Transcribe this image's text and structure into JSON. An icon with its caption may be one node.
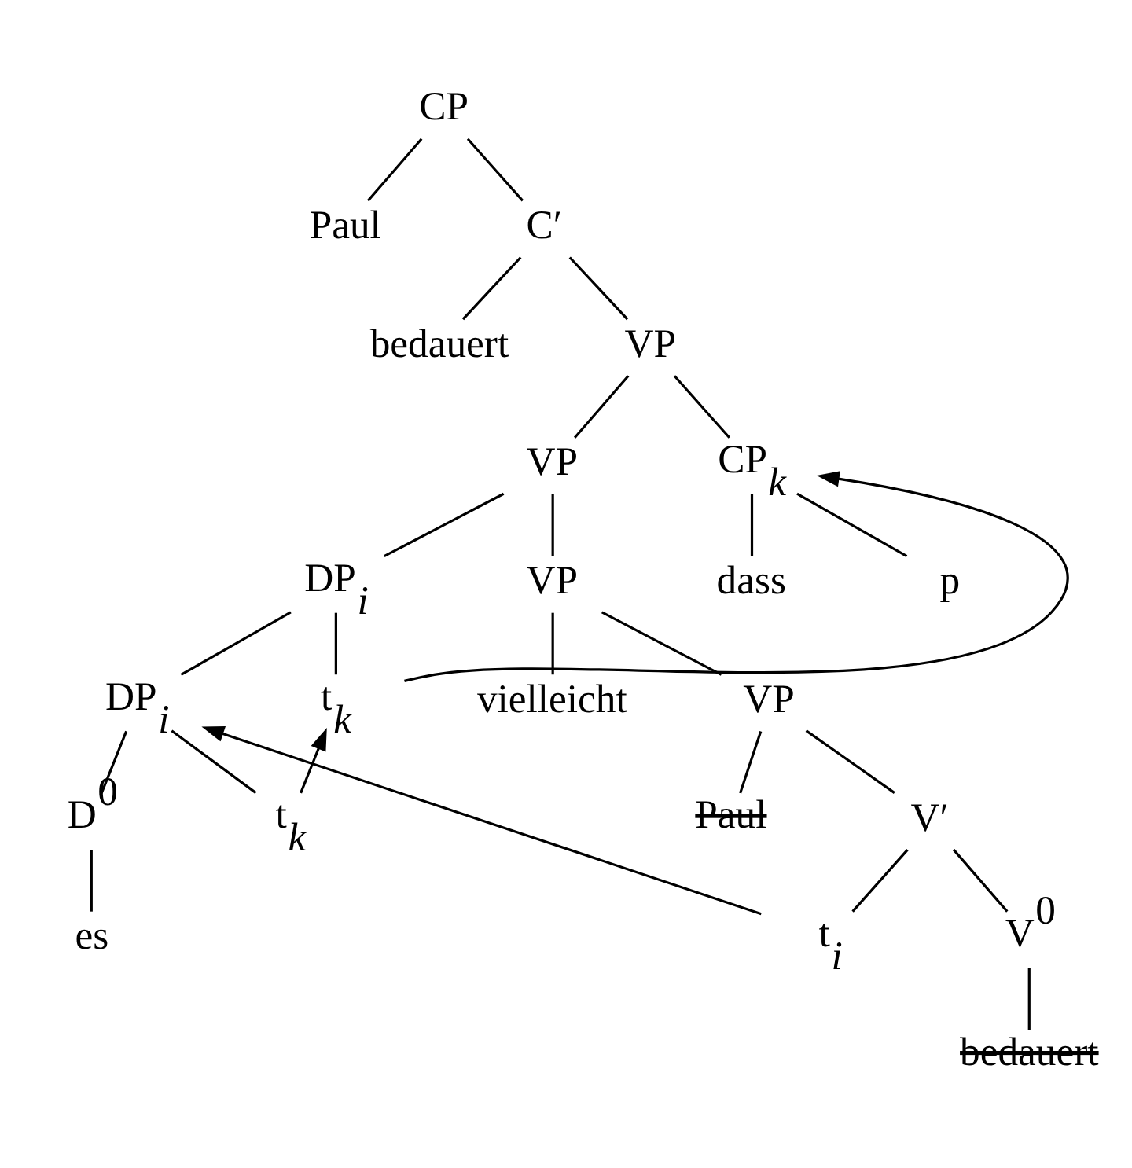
{
  "diagram": {
    "nodes": [
      {
        "text": [
          "CP"
        ]
      },
      {
        "text": [
          "Paul"
        ]
      },
      {
        "text": [
          "C′"
        ]
      },
      {
        "text": [
          "bedauert"
        ]
      },
      {
        "text": [
          "VP"
        ]
      },
      {
        "text": [
          "VP"
        ]
      },
      {
        "text": [
          "CP$_{k}$"
        ]
      },
      {
        "text": [
          "DP$_{i}$"
        ]
      },
      {
        "text": [
          "VP"
        ]
      },
      {
        "text": [
          "dass"
        ]
      },
      {
        "text": [
          "p"
        ]
      },
      {
        "text": [
          "DP$_{i}$"
        ]
      },
      {
        "text": [
          "t$_{k}$"
        ]
      },
      {
        "text": [
          "vielleicht"
        ]
      },
      {
        "text": [
          "VP"
        ]
      },
      {
        "text": [
          "D$^{0}$"
        ]
      },
      {
        "text": [
          "t$_{k}$"
        ]
      },
      {
        "text": [
          "Paul"
        ]
      },
      {
        "text": [
          "V′"
        ]
      },
      {
        "text": [
          "es"
        ]
      },
      {
        "text": [
          "t$_{i}$"
        ]
      },
      {
        "text": [
          "V$^{0}$"
        ]
      },
      {
        "text": [
          "bedauert"
        ]
      }
    ],
    "edges": [
      {
        "from": 0,
        "to": 1,
        "arrow": "none"
      },
      {
        "from": 0,
        "to": 2,
        "arrow": "none"
      },
      {
        "from": 2,
        "to": 3,
        "arrow": "none"
      },
      {
        "from": 2,
        "to": 4,
        "arrow": "none"
      },
      {
        "from": 4,
        "to": 5,
        "arrow": "none"
      },
      {
        "from": 4,
        "to": 6,
        "arrow": "none"
      },
      {
        "from": 5,
        "to": 7,
        "arrow": "none"
      },
      {
        "from": 5,
        "to": 8,
        "arrow": "none"
      },
      {
        "from": 6,
        "to": 9,
        "arrow": "none"
      },
      {
        "from": 6,
        "to": 10,
        "arrow": "none"
      },
      {
        "from": 7,
        "to": 11,
        "arrow": "none"
      },
      {
        "from": 7,
        "to": 12,
        "arrow": "none"
      },
      {
        "from": 8,
        "to": 13,
        "arrow": "none"
      },
      {
        "from": 8,
        "to": 14,
        "arrow": "none"
      },
      {
        "from": 11,
        "to": 15,
        "arrow": "none"
      },
      {
        "from": 11,
        "to": 16,
        "arrow": "none"
      },
      {
        "from": 14,
        "to": 17,
        "arrow": "none"
      },
      {
        "from": 14,
        "to": 18,
        "arrow": "none"
      },
      {
        "from": 15,
        "to": 19,
        "arrow": "none"
      },
      {
        "from": 18,
        "to": 20,
        "arrow": "none"
      },
      {
        "from": 18,
        "to": 21,
        "arrow": "none"
      },
      {
        "from": 21,
        "to": 22,
        "arrow": "none"
      },
      {
        "from": 16,
        "to": 12,
        "arrow": "to"
      },
      {
        "from": 12,
        "to": 6,
        "arrow": "to"
      },
      {
        "from": 20,
        "to": 11,
        "arrow": "to"
      }
    ]
  }
}
